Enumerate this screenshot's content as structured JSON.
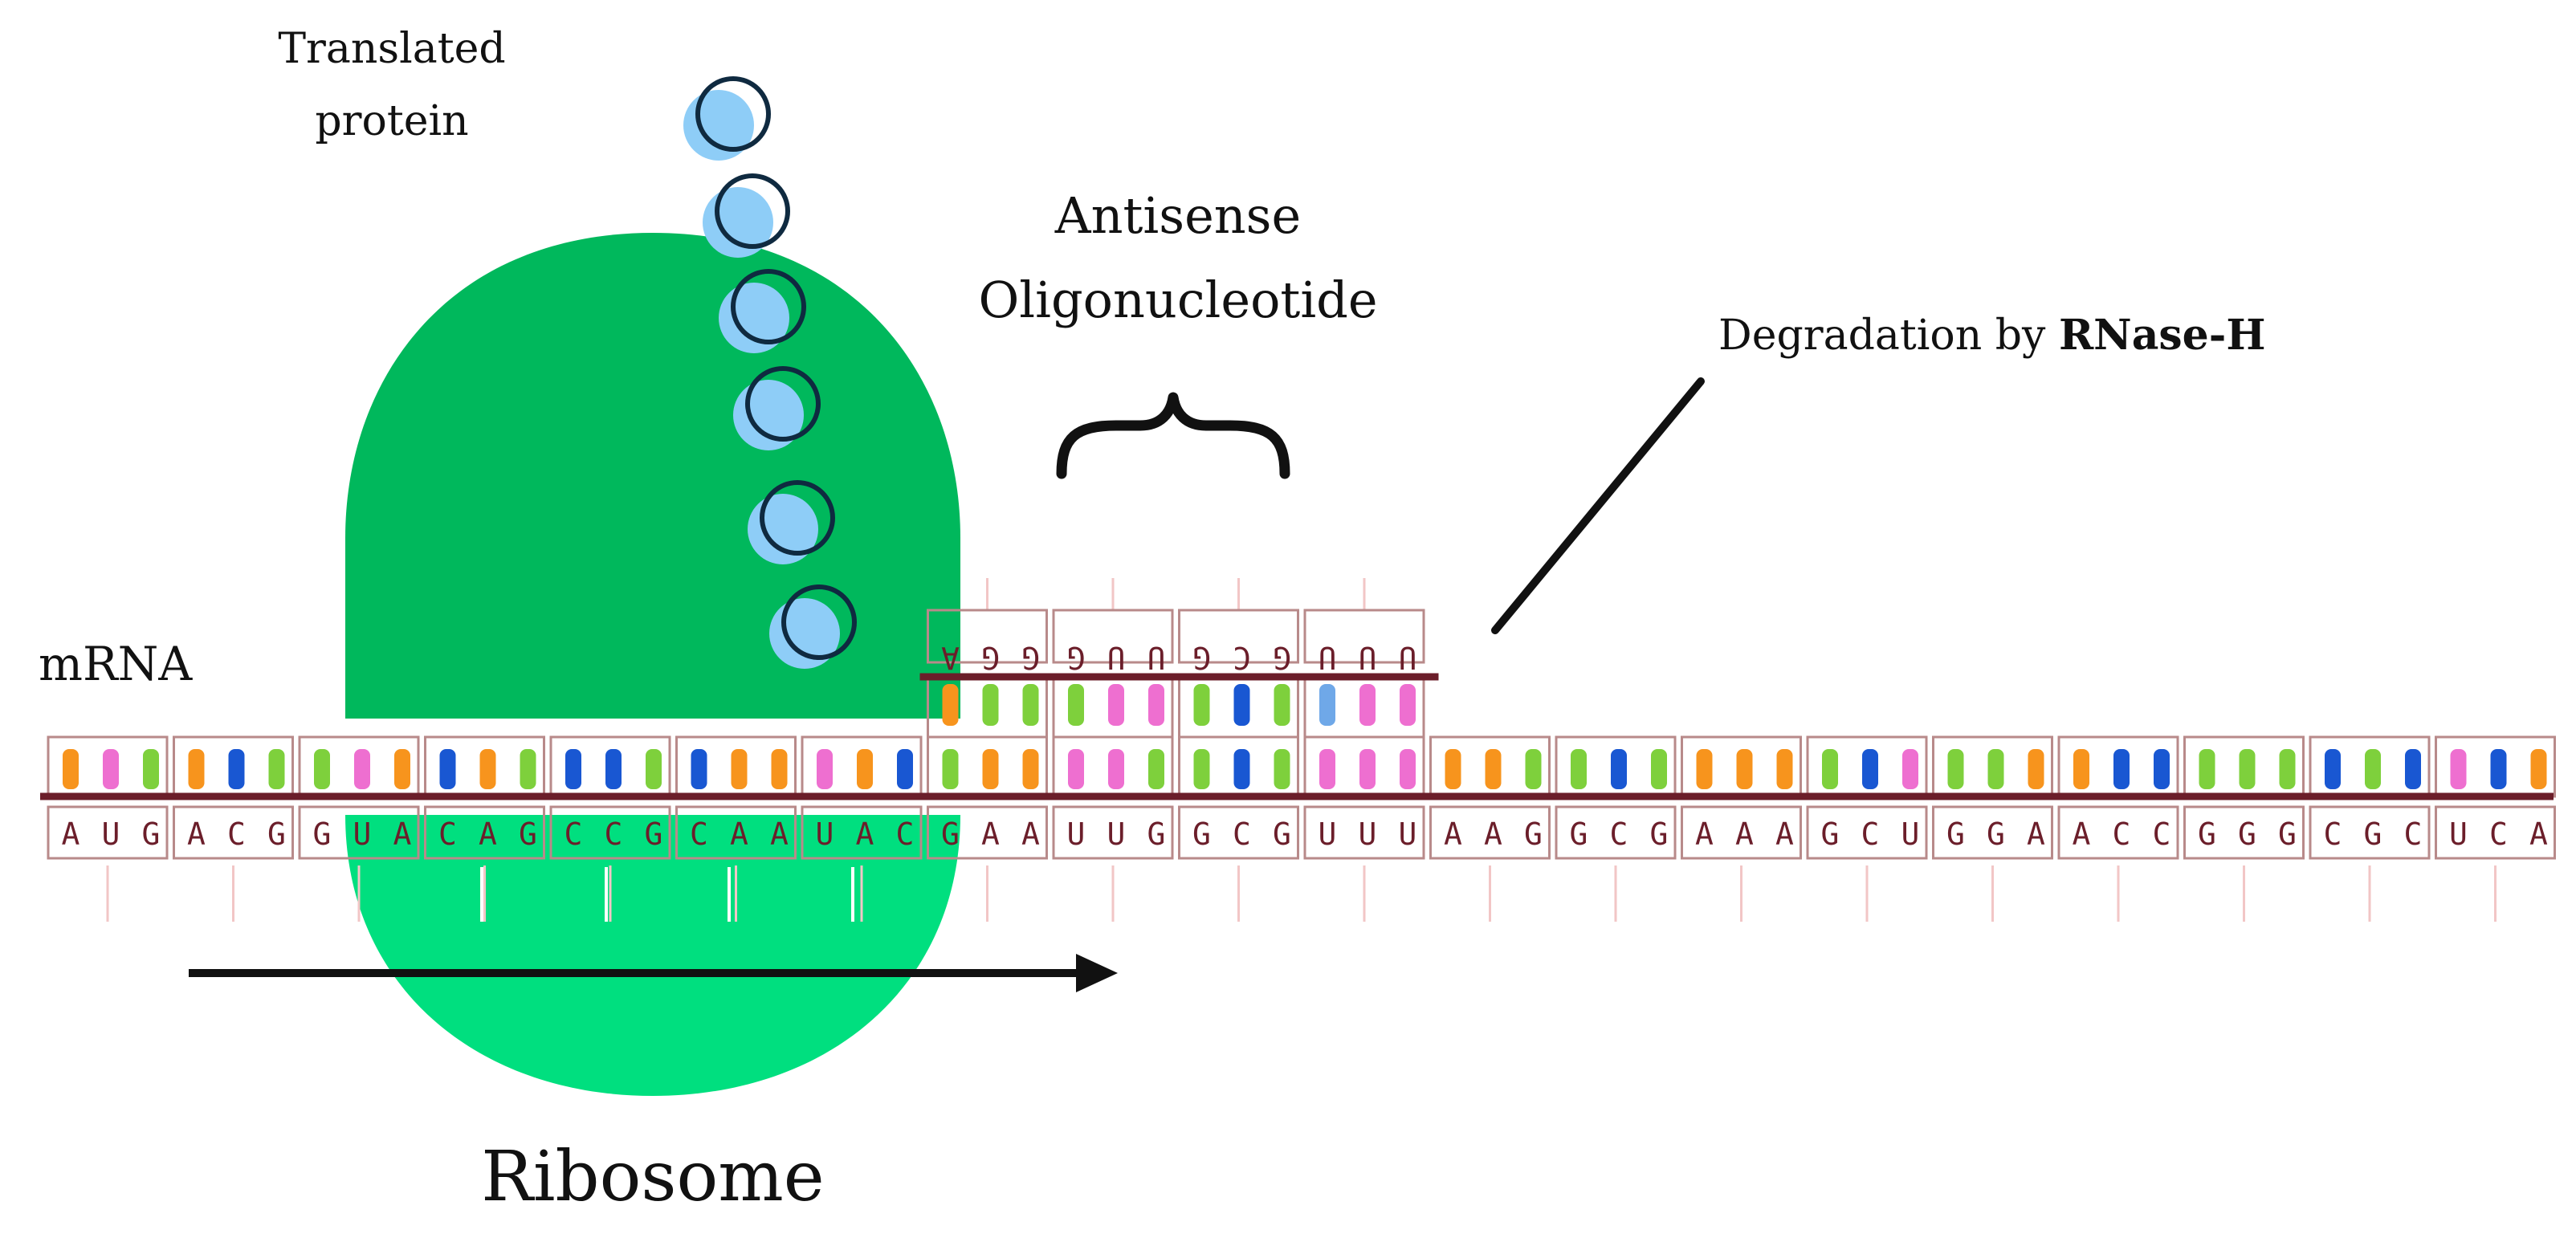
{
  "labels": {
    "translated_protein": [
      "Translated",
      "protein"
    ],
    "antisense": [
      "Antisense",
      "Oligonucleotide"
    ],
    "degradation_prefix": "Degradation by ",
    "degradation_enzyme": "RNase-H",
    "mrna": "mRNA",
    "ribosome": "Ribosome"
  },
  "mrna_codons": [
    "AUG",
    "ACG",
    "GUA",
    "CAG",
    "CCG",
    "CAA",
    "UAC",
    "GAA",
    "UUG",
    "GCG",
    "UUU",
    "AAG",
    "GCG",
    "AAA",
    "GCU",
    "GGA",
    "ACC",
    "GGG",
    "CGC",
    "UCA"
  ],
  "antisense_codons": [
    "AGG",
    "GUU",
    "GCG",
    "UUU"
  ],
  "colors": {
    "A": "#f7941d",
    "C": "#1957d2",
    "G": "#7ed03c",
    "U": "#ee6fd0",
    "U_faded": "#6fa8e8",
    "ribosome_top": "#00b85c",
    "ribosome_bottom": "#00df7f",
    "protein_fill": "#8ecdf7",
    "backbone": "#6b1e2a",
    "box_border": "#b88a8a",
    "text": "#111111"
  }
}
